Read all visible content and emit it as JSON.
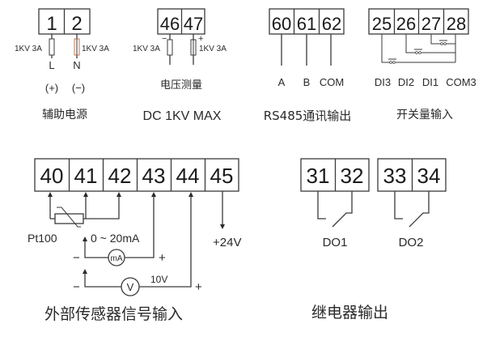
{
  "groups": {
    "aux_power": {
      "terminals": [
        "1",
        "2"
      ],
      "fuse_labels": [
        "1KV 3A",
        "1KV 3A"
      ],
      "line_labels": [
        "L",
        "N"
      ],
      "polarity": [
        "(+)",
        "(−)"
      ],
      "title": "辅助电源"
    },
    "voltage": {
      "terminals": [
        "46",
        "47"
      ],
      "fuse_labels": [
        "1KV 3A",
        "1KV 3A"
      ],
      "polarity": [
        "−",
        "+"
      ],
      "subtitle": "电压测量",
      "title": "DC 1KV MAX"
    },
    "rs485": {
      "terminals": [
        "60",
        "61",
        "62"
      ],
      "line_labels": [
        "A",
        "B",
        "COM"
      ],
      "title": "RS485通讯输出"
    },
    "switch_input": {
      "terminals": [
        "25",
        "26",
        "27",
        "28"
      ],
      "line_labels": [
        "DI3",
        "DI2",
        "DI1",
        "COM3"
      ],
      "title": "开关量输入"
    },
    "sensor_input": {
      "terminals": [
        "40",
        "41",
        "42",
        "43",
        "44",
        "45"
      ],
      "pt100": "Pt100",
      "current_range": "0 ~ 20mA",
      "ma_meter": "mA",
      "v_meter": "V",
      "voltage_range": "10V",
      "minus": "−",
      "plus": "+",
      "supply": "+24V",
      "title": "外部传感器信号输入"
    },
    "relay_output": {
      "terminals": [
        "31",
        "32",
        "33",
        "34"
      ],
      "line_labels": [
        "DO1",
        "DO2"
      ],
      "title": "继电器输出"
    }
  }
}
